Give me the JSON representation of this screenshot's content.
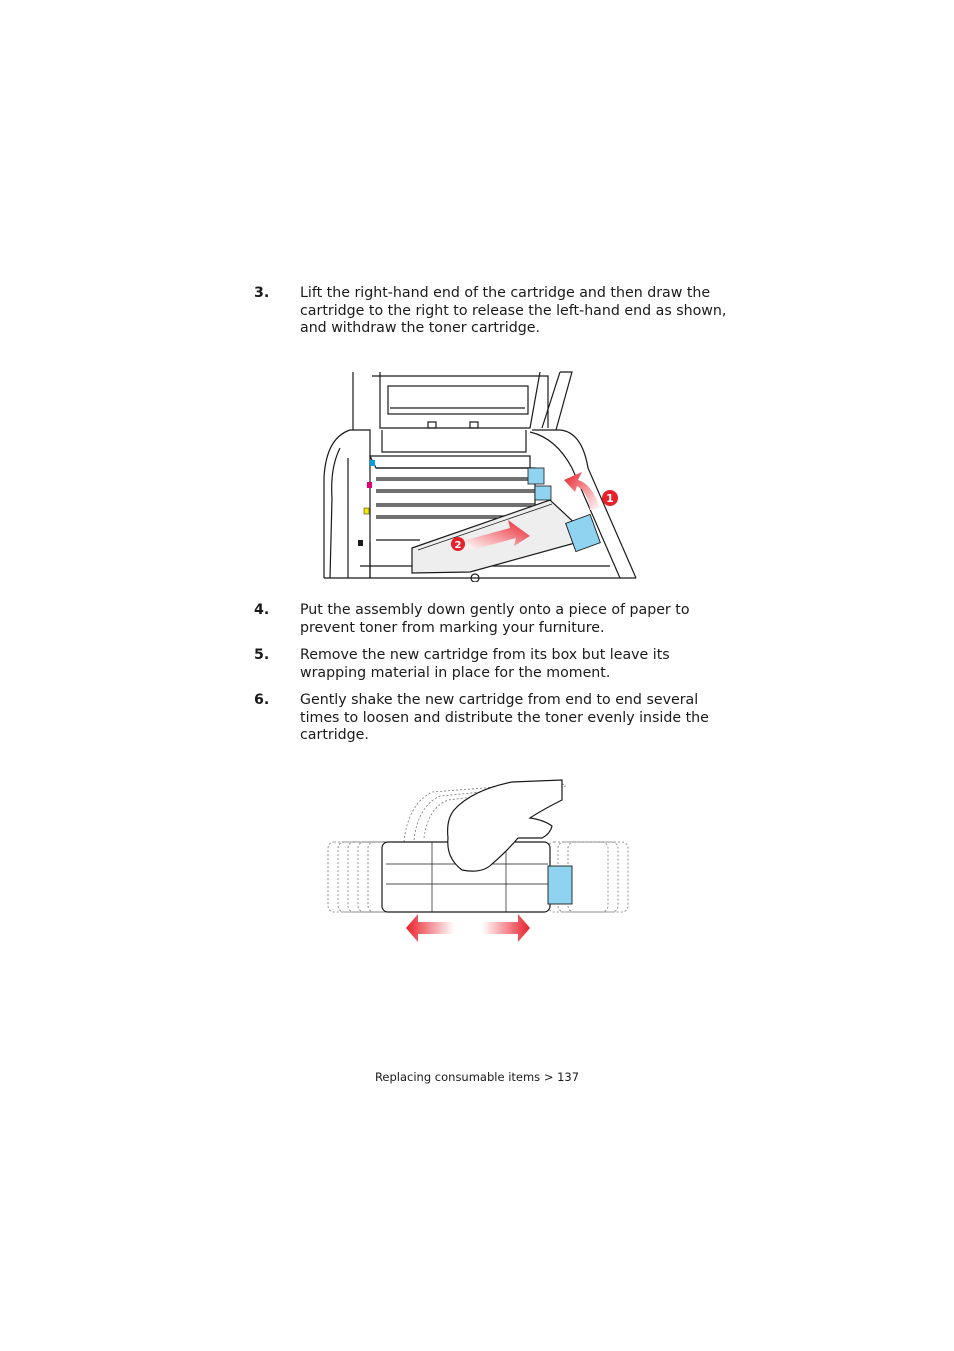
{
  "steps": [
    {
      "number": "3.",
      "text": "Lift the right-hand end of the cartridge and then draw the cartridge to the right to release the left-hand end as shown, and withdraw the toner cartridge."
    },
    {
      "number": "4.",
      "text": "Put the assembly down gently onto a piece of paper to prevent toner from marking your furniture."
    },
    {
      "number": "5.",
      "text": "Remove the new cartridge from its box but leave its wrapping material in place for the moment."
    },
    {
      "number": "6.",
      "text": "Gently shake the new cartridge from end to end several times to loosen and distribute the toner evenly inside the cartridge."
    }
  ],
  "figure1": {
    "callouts": [
      "1",
      "2"
    ]
  },
  "footer": {
    "text": "Replacing consumable items > 137"
  },
  "colors": {
    "accent_red": "#e8202a",
    "toner_blue": "#8fd3f0",
    "cyan": "#00a0e0",
    "magenta": "#e0007a",
    "yellow": "#f5e600"
  }
}
